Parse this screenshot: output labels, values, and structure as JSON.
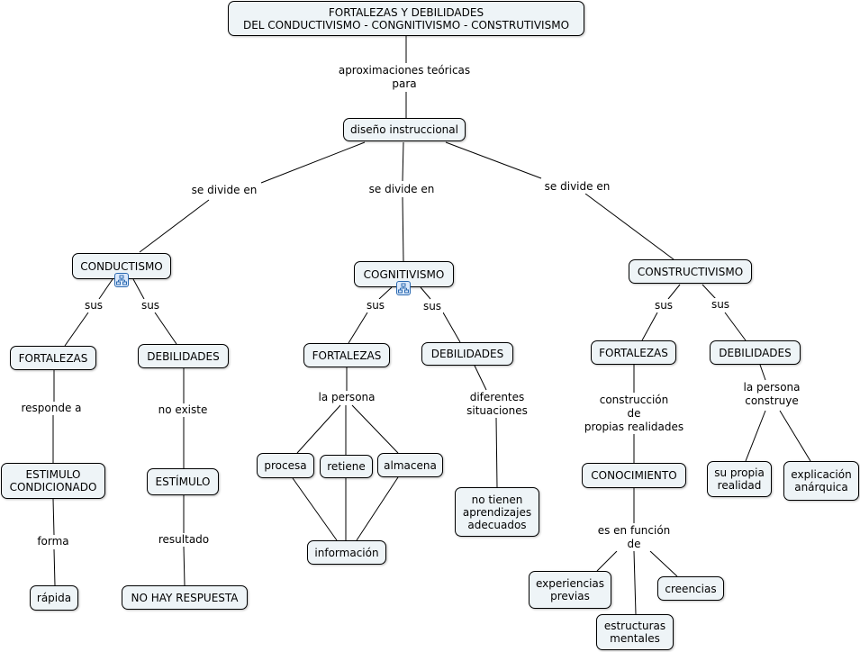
{
  "nodes": {
    "title": "FORTALEZAS Y DEBILIDADES\nDEL CONDUCTIVISMO - CONGNITIVISMO - CONSTRUTIVISMO",
    "diseno": "diseño instruccional",
    "conductismo": "CONDUCTISMO",
    "cognitivismo": "COGNITIVISMO",
    "constructivismo": "CONSTRUCTIVISMO",
    "cond_fortalezas": "FORTALEZAS",
    "cond_debilidades": "DEBILIDADES",
    "estimulo_condicionado": "ESTIMULO\nCONDICIONADO",
    "estimulo": "ESTÍMULO",
    "rapida": "rápida",
    "no_hay_respuesta": "NO HAY RESPUESTA",
    "cog_fortalezas": "FORTALEZAS",
    "cog_debilidades": "DEBILIDADES",
    "procesa": "procesa",
    "retiene": "retiene",
    "almacena": "almacena",
    "informacion": "información",
    "no_tienen": "no tienen\naprendizajes\nadecuados",
    "cons_fortalezas": "FORTALEZAS",
    "cons_debilidades": "DEBILIDADES",
    "conocimiento": "CONOCIMIENTO",
    "su_propia": "su propia\nrealidad",
    "explicacion": "explicación\nanárquica",
    "experiencias": "experiencias\nprevias",
    "estructuras": "estructuras\nmentales",
    "creencias": "creencias"
  },
  "links": {
    "aprox": "aproximaciones teóricas\npara",
    "divide1": "se divide en",
    "divide2": "se divide en",
    "divide3": "se divide en",
    "sus1": "sus",
    "sus2": "sus",
    "sus3": "sus",
    "sus4": "sus",
    "sus5": "sus",
    "sus6": "sus",
    "responde": "responde a",
    "no_existe": "no existe",
    "forma": "forma",
    "resultado": "resultado",
    "la_persona": "la persona",
    "diferentes": "diferentes\nsituaciones",
    "construccion": "construcción\nde\npropias realidades",
    "la_persona_construye": "la persona\nconstruye",
    "es_en_funcion": "es en función\nde"
  },
  "icons": [
    "submap-icon",
    "submap-icon"
  ],
  "colors": {
    "node_fill": "#eef4f7",
    "node_border": "#000000",
    "line": "#000000",
    "icon_blue": "#2c6ab1"
  }
}
